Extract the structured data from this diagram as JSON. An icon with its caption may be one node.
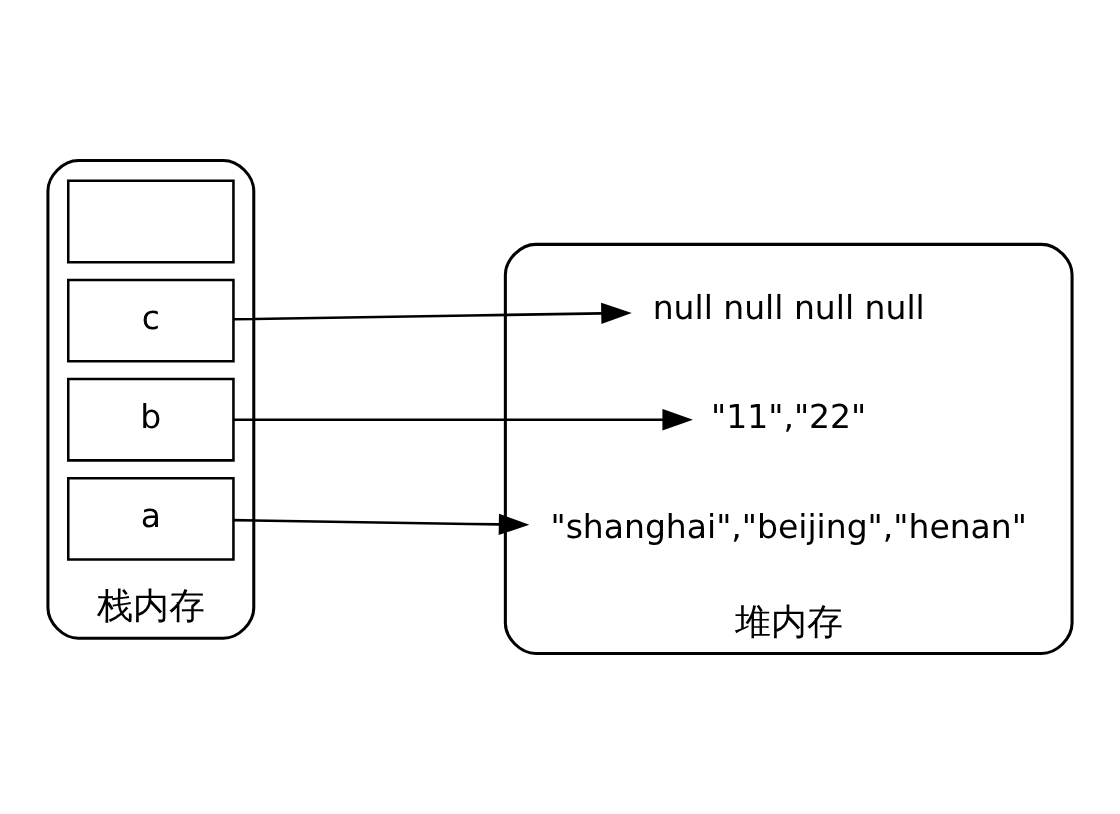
{
  "diagram": {
    "nodes": [
      {
        "text": [
          "栈内存"
        ]
      },
      {
        "text": [],
        "shape": "box",
        "in": 0
      },
      {
        "text": [
          "c"
        ],
        "in": 0
      },
      {
        "text": [
          "b"
        ],
        "in": 0
      },
      {
        "text": [
          "a"
        ],
        "in": 0
      },
      {
        "text": [
          "堆内存"
        ]
      },
      {
        "text": [
          "\"shanghai\",\"beijing\",\"henan\""
        ],
        "in": 5
      },
      {
        "text": [
          "\"11\",\"22\""
        ],
        "in": 5
      },
      {
        "text": [
          "null null null null"
        ],
        "in": 5
      }
    ],
    "edges": [
      {
        "from": 4,
        "to": 6,
        "arrow": "to"
      },
      {
        "from": 3,
        "to": 7,
        "arrow": "to"
      },
      {
        "from": 2,
        "to": 8,
        "arrow": "to"
      }
    ]
  }
}
